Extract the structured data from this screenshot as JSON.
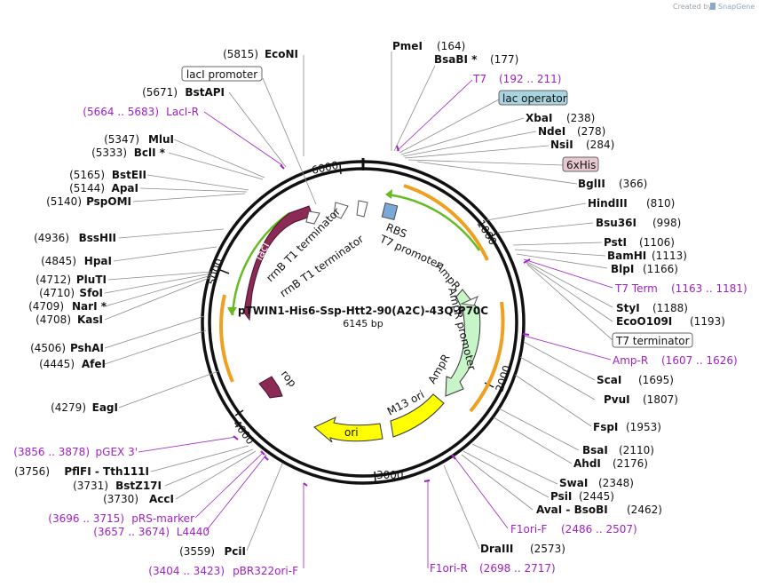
{
  "credit": {
    "text": "Created by",
    "brand": "SnapGene"
  },
  "plasmid": {
    "name": "pTWIN1-His6-Ssp-Htt2-90(A2C)-43Q-P70C",
    "length": "6145 bp"
  },
  "ticks": [
    "1000",
    "2000",
    "3000",
    "4000",
    "5000",
    "6000"
  ],
  "features": {
    "ampr": "AmpR",
    "ampr_promoter": "AmpR promoter",
    "ori": "ori",
    "m13_ori": "M13 ori",
    "rop": "rop",
    "laci": "lacI",
    "rrnb1": "rrnB T1 terminator",
    "rrnb2": "rrnB T1 terminator",
    "rbs": "RBS",
    "t7_promoter": "T7 promoter"
  },
  "right_sites": [
    {
      "name": "PmeI",
      "pos": "(164)"
    },
    {
      "name": "BsaBI *",
      "pos": "(177)"
    },
    {
      "name": "XbaI",
      "pos": "(238)"
    },
    {
      "name": "NdeI",
      "pos": "(278)"
    },
    {
      "name": "NsiI",
      "pos": "(284)"
    },
    {
      "name": "BglII",
      "pos": "(366)"
    },
    {
      "name": "HindIII",
      "pos": "(810)"
    },
    {
      "name": "Bsu36I",
      "pos": "(998)"
    },
    {
      "name": "PstI",
      "pos": "(1106)"
    },
    {
      "name": "BamHI",
      "pos": "(1113)"
    },
    {
      "name": "BlpI",
      "pos": "(1166)"
    },
    {
      "name": "StyI",
      "pos": "(1188)"
    },
    {
      "name": "EcoO109I",
      "pos": "(1193)"
    },
    {
      "name": "ScaI",
      "pos": "(1695)"
    },
    {
      "name": "PvuI",
      "pos": "(1807)"
    },
    {
      "name": "FspI",
      "pos": "(1953)"
    },
    {
      "name": "BsaI",
      "pos": "(2110)"
    },
    {
      "name": "AhdI",
      "pos": "(2176)"
    },
    {
      "name": "SwaI",
      "pos": "(2348)"
    },
    {
      "name": "PsiI",
      "pos": "(2445)"
    },
    {
      "name": "AvaI - BsoBI",
      "pos": "(2462)"
    },
    {
      "name": "DraIII",
      "pos": "(2573)"
    }
  ],
  "right_primers": [
    {
      "name": "T7",
      "pos": "(192 .. 211)"
    },
    {
      "name": "T7 Term",
      "pos": "(1163 .. 1181)"
    },
    {
      "name": "Amp-R",
      "pos": "(1607 .. 1626)"
    },
    {
      "name": "F1ori-F",
      "pos": "(2486 .. 2507)"
    },
    {
      "name": "F1ori-R",
      "pos": "(2698 .. 2717)"
    }
  ],
  "right_boxes": {
    "lac_operator": "lac operator",
    "his": "6xHis",
    "t7_terminator": "T7 terminator"
  },
  "left_sites": [
    {
      "name": "EcoNI",
      "pos": "(5815)"
    },
    {
      "name": "BstAPI",
      "pos": "(5671)"
    },
    {
      "name": "MluI",
      "pos": "(5347)"
    },
    {
      "name": "BclI *",
      "pos": "(5333)"
    },
    {
      "name": "BstEII",
      "pos": "(5165)"
    },
    {
      "name": "ApaI",
      "pos": "(5144)"
    },
    {
      "name": "PspOMI",
      "pos": "(5140)"
    },
    {
      "name": "BssHII",
      "pos": "(4936)"
    },
    {
      "name": "HpaI",
      "pos": "(4845)"
    },
    {
      "name": "PluTI",
      "pos": "(4712)"
    },
    {
      "name": "SfoI",
      "pos": "(4710)"
    },
    {
      "name": "NarI *",
      "pos": "(4709)"
    },
    {
      "name": "KasI",
      "pos": "(4708)"
    },
    {
      "name": "PshAI",
      "pos": "(4506)"
    },
    {
      "name": "AfeI",
      "pos": "(4445)"
    },
    {
      "name": "EagI",
      "pos": "(4279)"
    },
    {
      "name": "PflFI - Tth111I",
      "pos": "(3756)"
    },
    {
      "name": "BstZ17I",
      "pos": "(3731)"
    },
    {
      "name": "AccI",
      "pos": "(3730)"
    },
    {
      "name": "PciI",
      "pos": "(3559)"
    }
  ],
  "left_primers": [
    {
      "name": "LacI-R",
      "pos": "(5664 .. 5683)"
    },
    {
      "name": "pGEX 3'",
      "pos": "(3856 .. 3878)"
    },
    {
      "name": "pRS-marker",
      "pos": "(3696 .. 3715)"
    },
    {
      "name": "L4440",
      "pos": "(3657 .. 3674)"
    },
    {
      "name": "pBR322ori-F",
      "pos": "(3404 .. 3423)"
    }
  ],
  "left_boxes": {
    "laci_promoter": "lacI promoter"
  },
  "colors": {
    "backbone": "#111111",
    "laci": "#8b2a55",
    "ampr": "#c8f5c8",
    "ori": "#ffff00",
    "primer": "#a020c8",
    "orange": "#f0a020",
    "green": "#66bb22"
  }
}
